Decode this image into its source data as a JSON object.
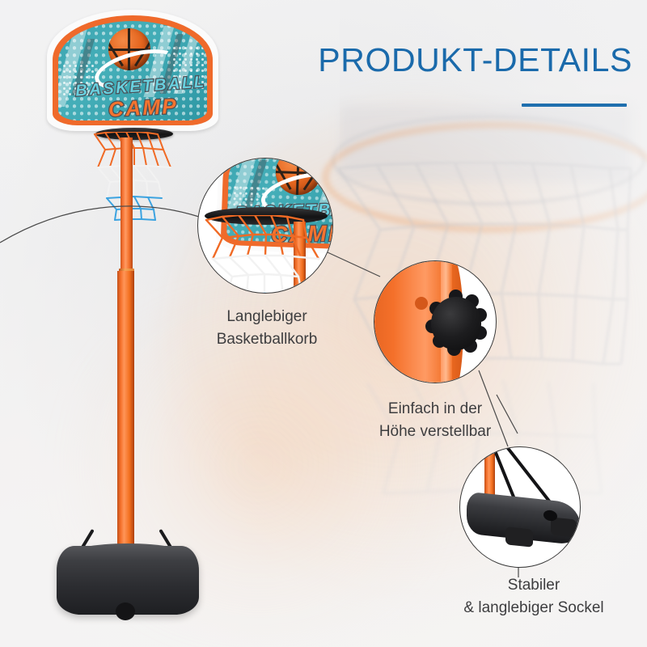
{
  "heading": {
    "title": "PRODUKT-DETAILS",
    "accent_color": "#1f6fae"
  },
  "product": {
    "backboard": {
      "line1": "BASKETBALL",
      "line2": "CAMP",
      "teal_color": "#3ea6b2",
      "orange_color": "#ef6a2b"
    },
    "pole_color": "#f4702a",
    "base_color": "#2c2d31",
    "net_colors": [
      "#f06a25",
      "#f2f2f2",
      "#3ca3e0"
    ]
  },
  "callouts": [
    {
      "id": "callout-hoop",
      "caption": "Langlebiger\nBasketballkorb",
      "subject": "basketball-hoop-closeup"
    },
    {
      "id": "callout-knob",
      "caption": "Einfach in der\nHöhe verstellbar",
      "subject": "height-adjust-knob-closeup"
    },
    {
      "id": "callout-base",
      "caption": "Stabiler\n& langlebiger Sockel",
      "subject": "weighted-base-closeup"
    }
  ],
  "background": {
    "subject": "faded-basketball-hoop-photo",
    "base_color": "#ededee"
  }
}
